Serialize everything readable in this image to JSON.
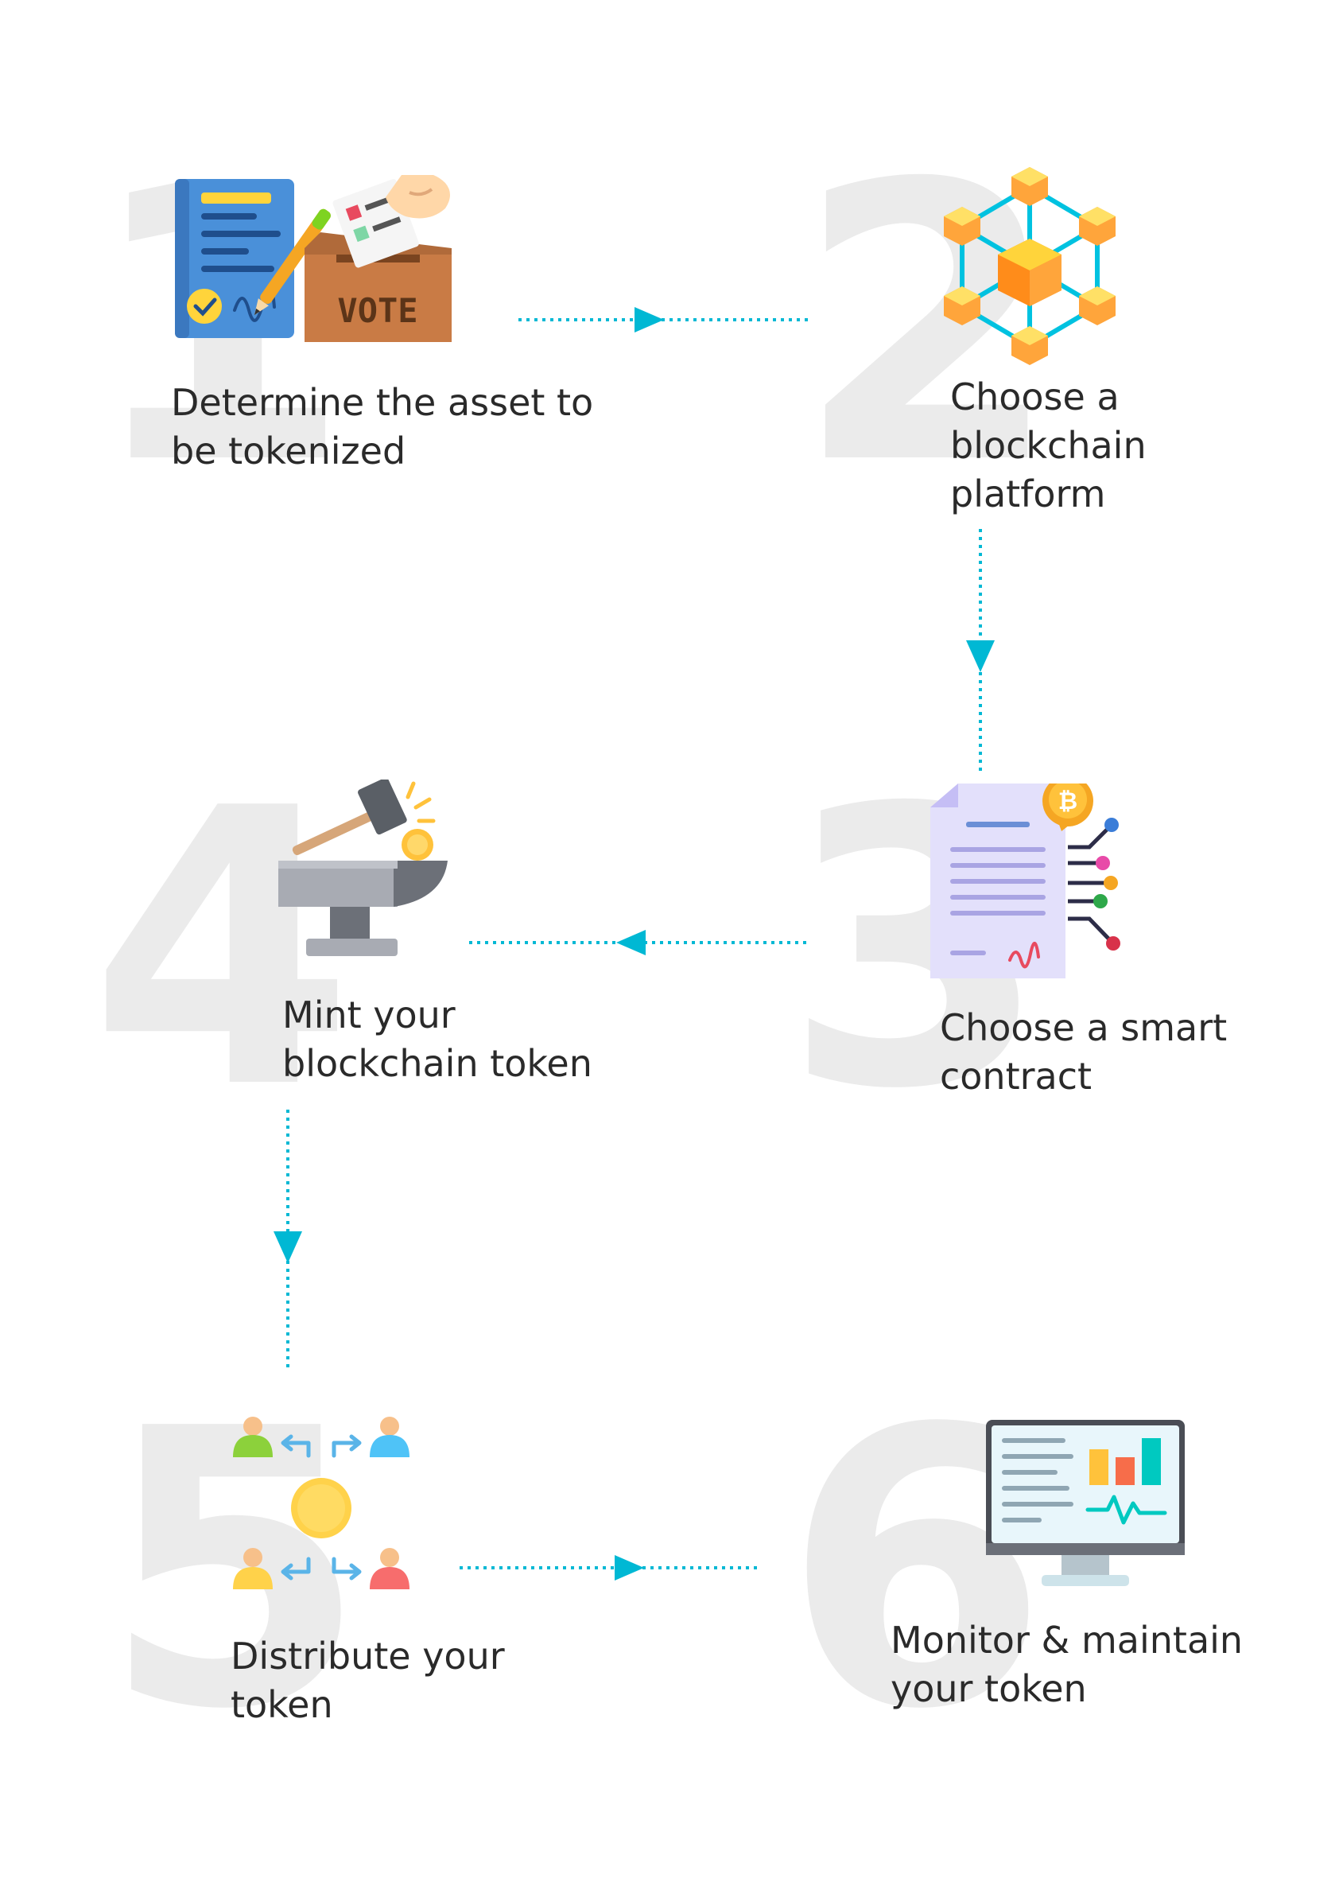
{
  "colors": {
    "accent": "#00b8d4",
    "number": "#ebebeb",
    "text": "#2a2a2a"
  },
  "steps": [
    {
      "number": "1",
      "label": "Determine the asset to be tokenized",
      "icon": "contract-vote-icon"
    },
    {
      "number": "2",
      "label": "Choose a blockchain platform",
      "icon": "blockchain-network-icon"
    },
    {
      "number": "3",
      "label": "Choose a smart contract",
      "icon": "smart-contract-icon"
    },
    {
      "number": "4",
      "label": "Mint your blockchain token",
      "icon": "mint-anvil-icon"
    },
    {
      "number": "5",
      "label": "Distribute your token",
      "icon": "distribute-people-icon"
    },
    {
      "number": "6",
      "label": "Monitor & maintain your token",
      "icon": "monitor-dashboard-icon"
    }
  ],
  "icon_texts": {
    "vote": "VOTE",
    "bitcoin": "₿"
  }
}
